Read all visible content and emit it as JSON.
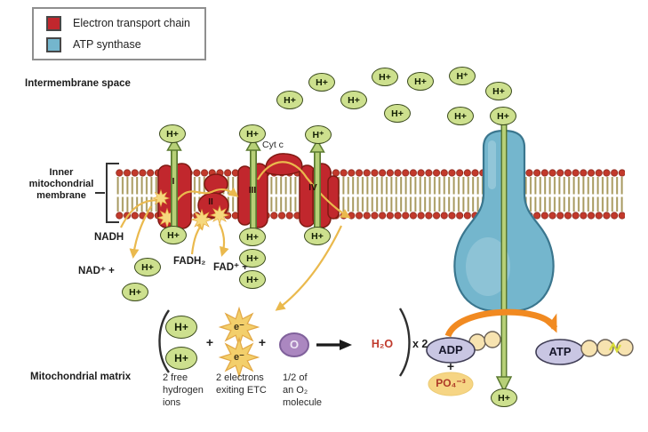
{
  "legend": {
    "etc_label": "Electron transport chain",
    "etc_color": "#c1272d",
    "atp_label": "ATP synthase",
    "atp_color": "#74b6cd"
  },
  "regions": {
    "intermembrane_space": "Intermembrane space",
    "inner_membrane": "Inner\nmitochondrial\nmembrane",
    "matrix": "Mitochondrial matrix"
  },
  "complex_labels": {
    "c1": "I",
    "c2": "II",
    "c3": "III",
    "c4": "IV",
    "cyt_c": "Cyt c"
  },
  "ion": {
    "plain": "H+",
    "sup": "H⁺"
  },
  "molecule_labels": {
    "nadh": "NADH",
    "nad_plus": "NAD⁺ +",
    "fadh2": "FADH₂",
    "fad_plus": "FAD⁺ +",
    "adp": "ADP",
    "atp": "ATP",
    "plus": "+",
    "po4": "PO₄⁻³",
    "electron": "e⁻",
    "oxygen": "O",
    "water": "H₂O",
    "times_two": "x 2"
  },
  "equation_captions": {
    "hydrogens": "2 free\nhydrogen\nions",
    "electrons": "2 electrons\nexiting ETC",
    "oxygen": "1/2 of\nan O₂\nmolecule"
  },
  "colors": {
    "complex_red": "#c1272d",
    "synthase_blue": "#74b6cd",
    "ion_green": "#cde08e",
    "arrow_green": "#b7d077",
    "electron_yellow": "#eab94d",
    "orange_arrow": "#f18a21",
    "water_red": "#c0392b",
    "oxygen_purple": "#ab87c0",
    "lavender": "#c9c6e3"
  }
}
